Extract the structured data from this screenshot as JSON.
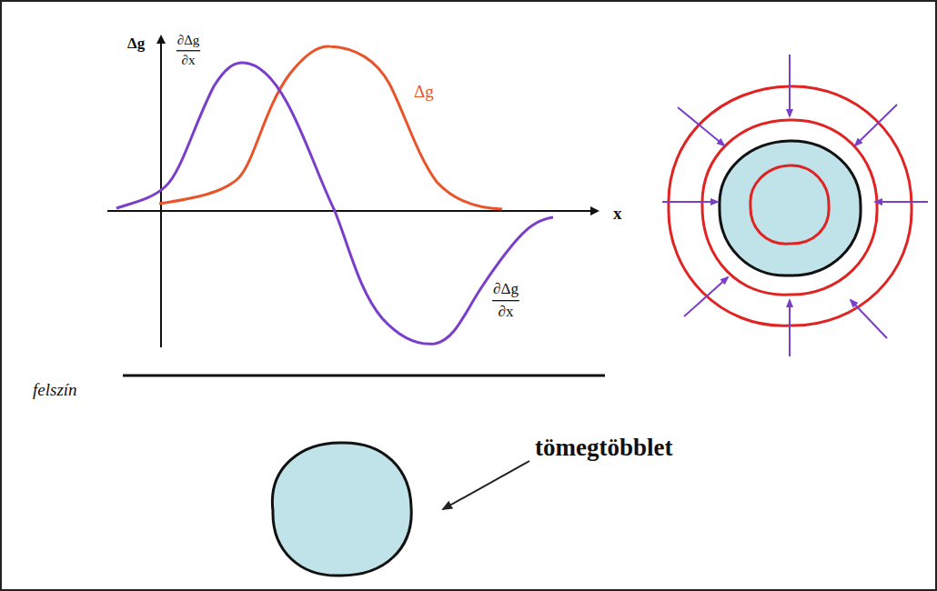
{
  "diagram": {
    "labels": [
      "Δg",
      "∂Δg ∂x",
      "Δg",
      "x",
      "∂Δg ∂x",
      "felszín",
      "tömegtöbblet"
    ]
  }
}
